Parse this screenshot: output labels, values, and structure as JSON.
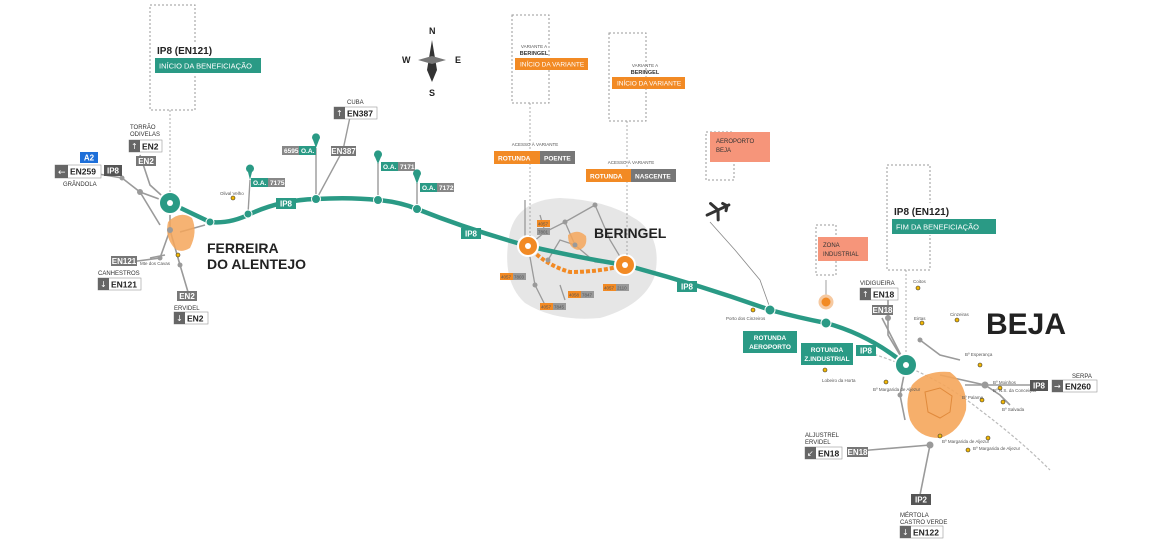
{
  "colors": {
    "route": "#2a9a85",
    "road_grey": "#9a9a9a",
    "label_dark": "#5a5a5a",
    "orange": "#f28a24",
    "orange_area": "#f5a65b",
    "salmon": "#f6957a",
    "blue": "#1e6fd9",
    "beringel_area": "#e6e6e6"
  },
  "compass": {
    "n": "N",
    "s": "S",
    "e": "E",
    "w": "W"
  },
  "start_box": {
    "title": "IP8 (EN121)",
    "subtitle": "INÍCIO DA BENEFICIAÇÃO"
  },
  "end_box": {
    "title": "IP8 (EN121)",
    "subtitle": "FIM DA BENEFICIAÇÃO"
  },
  "variante_inicio": {
    "line1": "VARIANTE A",
    "line2": "BERINGEL",
    "badge": "INÍCIO DA VARIANTE"
  },
  "variante_fim": {
    "line1": "VARIANTE A",
    "line2": "BERINGEL",
    "badge": "INÍCIO DA VARIANTE"
  },
  "rotunda_poente": {
    "access": "ACESSO À VARIANTE",
    "rotunda": "ROTUNDA",
    "name": "POENTE"
  },
  "rotunda_nascente": {
    "access": "ACESSO À VARIANTE",
    "rotunda": "ROTUNDA",
    "name": "NASCENTE"
  },
  "aeroporto_box": {
    "line1": "AEROPORTO",
    "line2": "BEJA"
  },
  "zona_box": {
    "line1": "ZONA",
    "line2": "INDUSTRIAL"
  },
  "rotunda_aeroporto": {
    "line1": "ROTUNDA",
    "line2": "AEROPORTO"
  },
  "rotunda_zindustrial": {
    "line1": "ROTUNDA",
    "line2": "Z.INDUSTRIAL"
  },
  "towns": {
    "ferreira_1": "FERREIRA",
    "ferreira_2": "DO ALENTEJO",
    "beringel": "BERINGEL",
    "beja": "BEJA"
  },
  "route_labels": [
    "IP8",
    "IP8",
    "IP8",
    "IP8"
  ],
  "roads": {
    "a2": "A2",
    "en259": "EN259",
    "grandola": "GRÂNDOLA",
    "ip8_west": "IP8",
    "en2_north": "EN2",
    "torrao_1": "TORRÃO",
    "torrao_2": "ODIVELAS",
    "en2_north_sign": "EN2",
    "en121": "EN121",
    "canhestros": "CANHESTROS",
    "en121_sign": "EN121",
    "en2_south": "EN2",
    "ervidel_w": "ERVIDEL",
    "en2_south_sign": "EN2",
    "cuba": "CUBA",
    "en387_sign": "EN387",
    "en387": "EN387",
    "vidigueira": "VIDIGUEIRA",
    "en18_sign_n": "EN18",
    "en18_n": "EN18",
    "serpa": "SERPA",
    "ip8_east": "IP8",
    "en260": "EN260",
    "aljustrel": "ALJUSTREL",
    "ervidel_e": "ERVIDEL",
    "en18_sign_s": "EN18",
    "en18_s": "EN18",
    "ip2": "IP2",
    "mertola": "MÉRTOLA",
    "castro_verde": "CASTRO VERDE",
    "en122": "EN122"
  },
  "oa_markers": [
    {
      "label": "O.A.",
      "code": "7175"
    },
    {
      "label": "O.A.",
      "code": "6595"
    },
    {
      "label": "O.A.",
      "code": "7171"
    },
    {
      "label": "O.A.",
      "code": "7172"
    }
  ],
  "small_places": {
    "olival_velho": "Olival Velho",
    "monte_cavas": "Mte dos Cavas",
    "porto_cinzeiros": "Porto dos Cinzeiros",
    "lobeiro_horta": "Lobeiro da Horta",
    "coitos": "Coitos",
    "eirtas": "Eirtas",
    "cinzeiras": "Cinzeiras",
    "br_esperanca": "Bº Esperança",
    "br_moinhos": "Bº Moinhos",
    "br_conceicao": "Bº N.S. da Conceição",
    "br_palame": "Bº Palame",
    "br_salvada": "Bº Salvada",
    "br_margarida_1": "Bº Margarida de Aljezur",
    "br_margarida_2": "Bº Margarida de Aljezur",
    "br_margarida_3": "Bº Margarida de Aljezur"
  },
  "beringel_codes": [
    "4057",
    "7801",
    "4057",
    "7803",
    "4057",
    "7845",
    "4058",
    "7847",
    "4057",
    "2110",
    "4058",
    "2110"
  ]
}
